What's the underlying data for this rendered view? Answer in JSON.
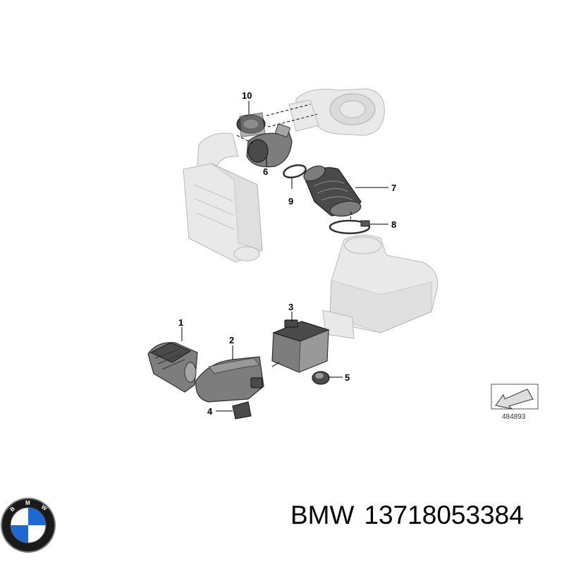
{
  "callouts": {
    "c1": "1",
    "c2": "2",
    "c3": "3",
    "c4": "4",
    "c5": "5",
    "c6": "6",
    "c7": "7",
    "c8": "8",
    "c9": "9",
    "c10": "10"
  },
  "reference_number": "484893",
  "brand": {
    "name": "BMW",
    "part_number": "13718053384",
    "logo_letters": "BMW"
  },
  "colors": {
    "part_fill": "#7d7d7d",
    "ghost_fill": "#e9e9e9",
    "logo_blue": "#1c69d4"
  }
}
